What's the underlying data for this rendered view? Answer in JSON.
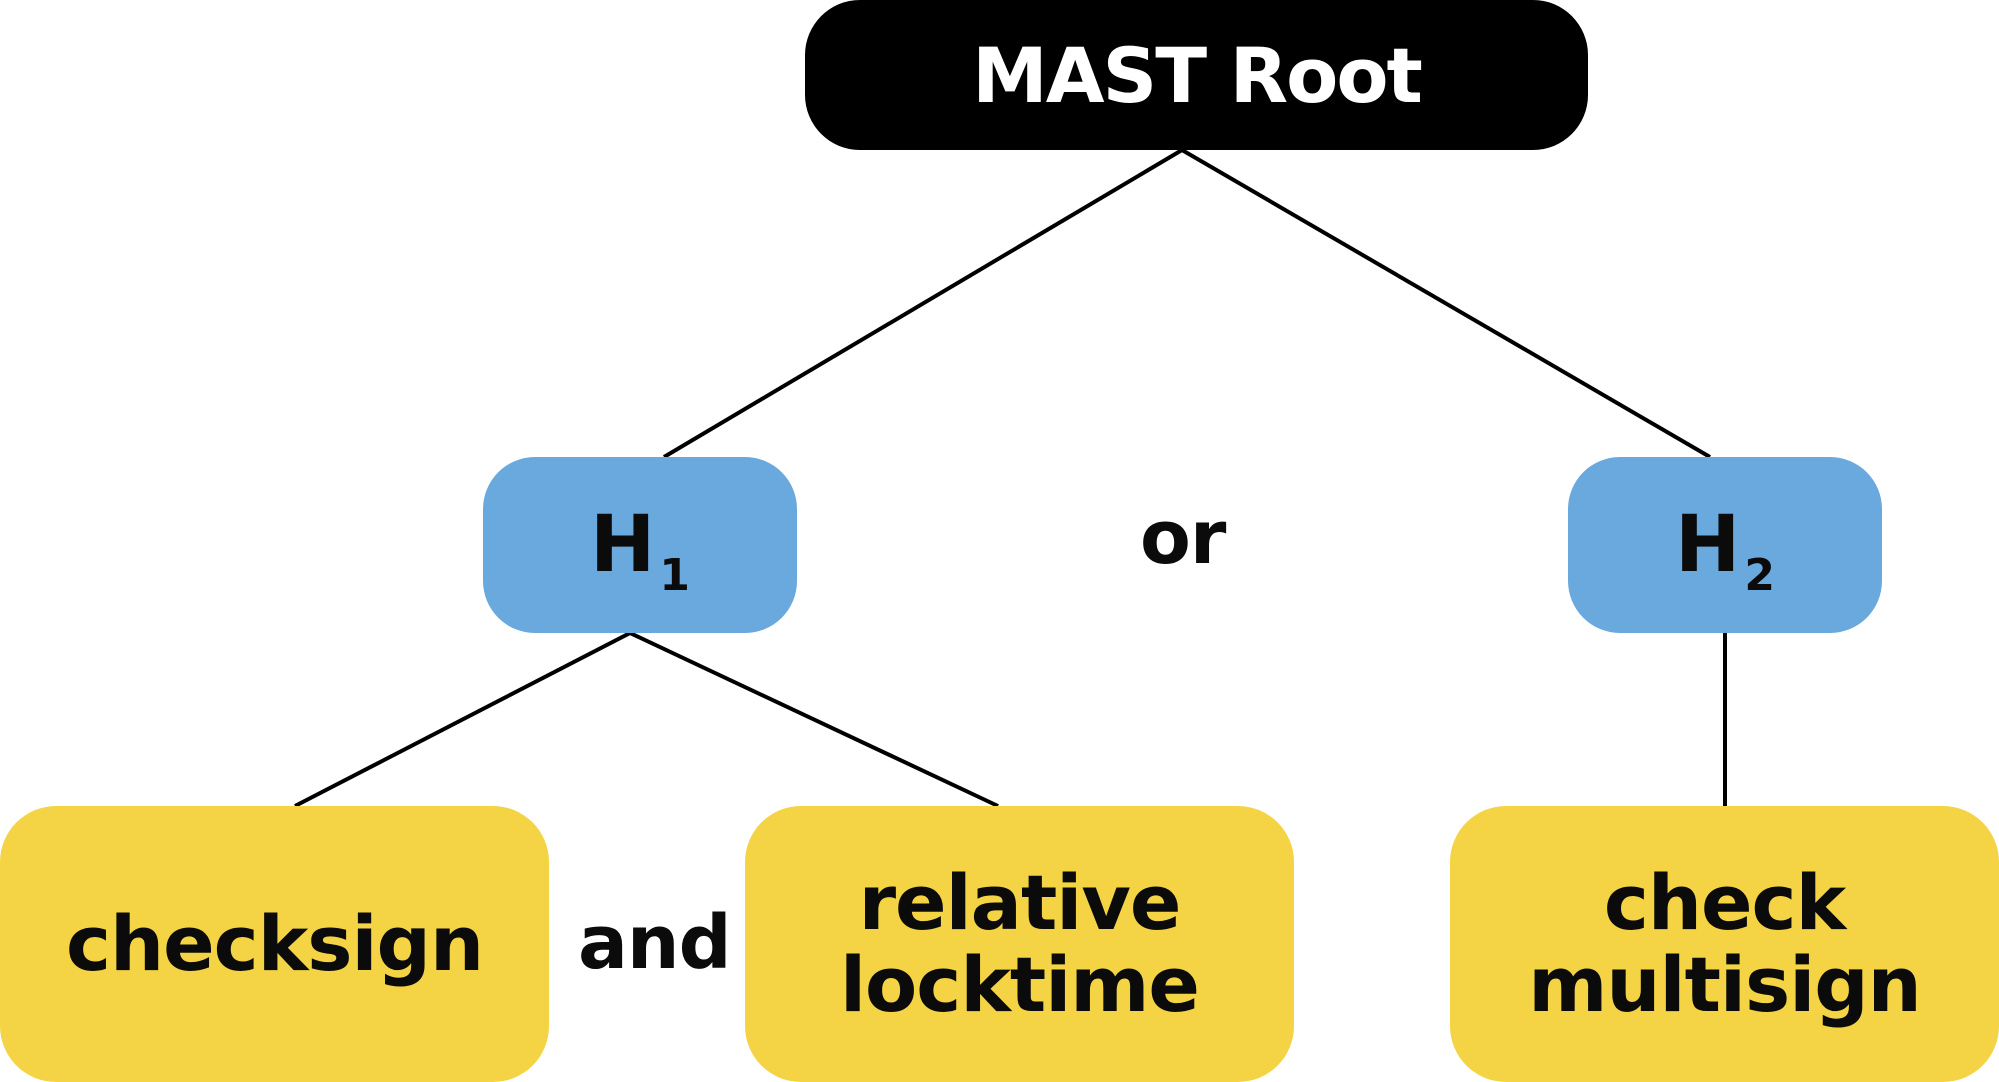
{
  "root": {
    "label": "MAST Root"
  },
  "hashes": [
    {
      "base": "H",
      "sub": "1"
    },
    {
      "base": "H",
      "sub": "2"
    }
  ],
  "operators": {
    "or": "or",
    "and": "and"
  },
  "leaves": [
    {
      "line1": "checksign",
      "line2": ""
    },
    {
      "line1": "relative",
      "line2": "locktime"
    },
    {
      "line1": "check",
      "line2": "multisign"
    }
  ],
  "colors": {
    "root": "#000000",
    "hash": "#6aa9de",
    "leaf": "#f4d444",
    "edge": "#000000"
  }
}
